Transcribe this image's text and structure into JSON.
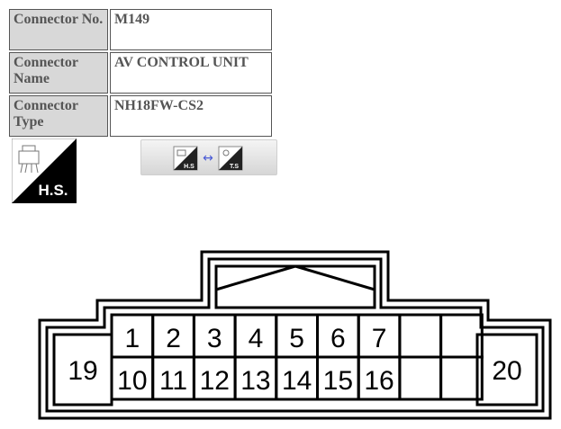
{
  "connector": {
    "rows": [
      {
        "label": "Connector No.",
        "value": "M149"
      },
      {
        "label": "Connector Name",
        "value": "AV CONTROL UNIT"
      },
      {
        "label": "Connector Type",
        "value": "NH18FW-CS2"
      }
    ]
  },
  "icons": {
    "side_badge": "H.S.",
    "toggle_left": "H.S",
    "toggle_right": "T.S",
    "toggle_arrow": "↔"
  },
  "pins": {
    "top_row": [
      "1",
      "2",
      "3",
      "4",
      "5",
      "6",
      "7",
      "",
      ""
    ],
    "bottom_row": [
      "10",
      "11",
      "12",
      "13",
      "14",
      "15",
      "16",
      "",
      ""
    ],
    "left": "19",
    "right": "20"
  }
}
